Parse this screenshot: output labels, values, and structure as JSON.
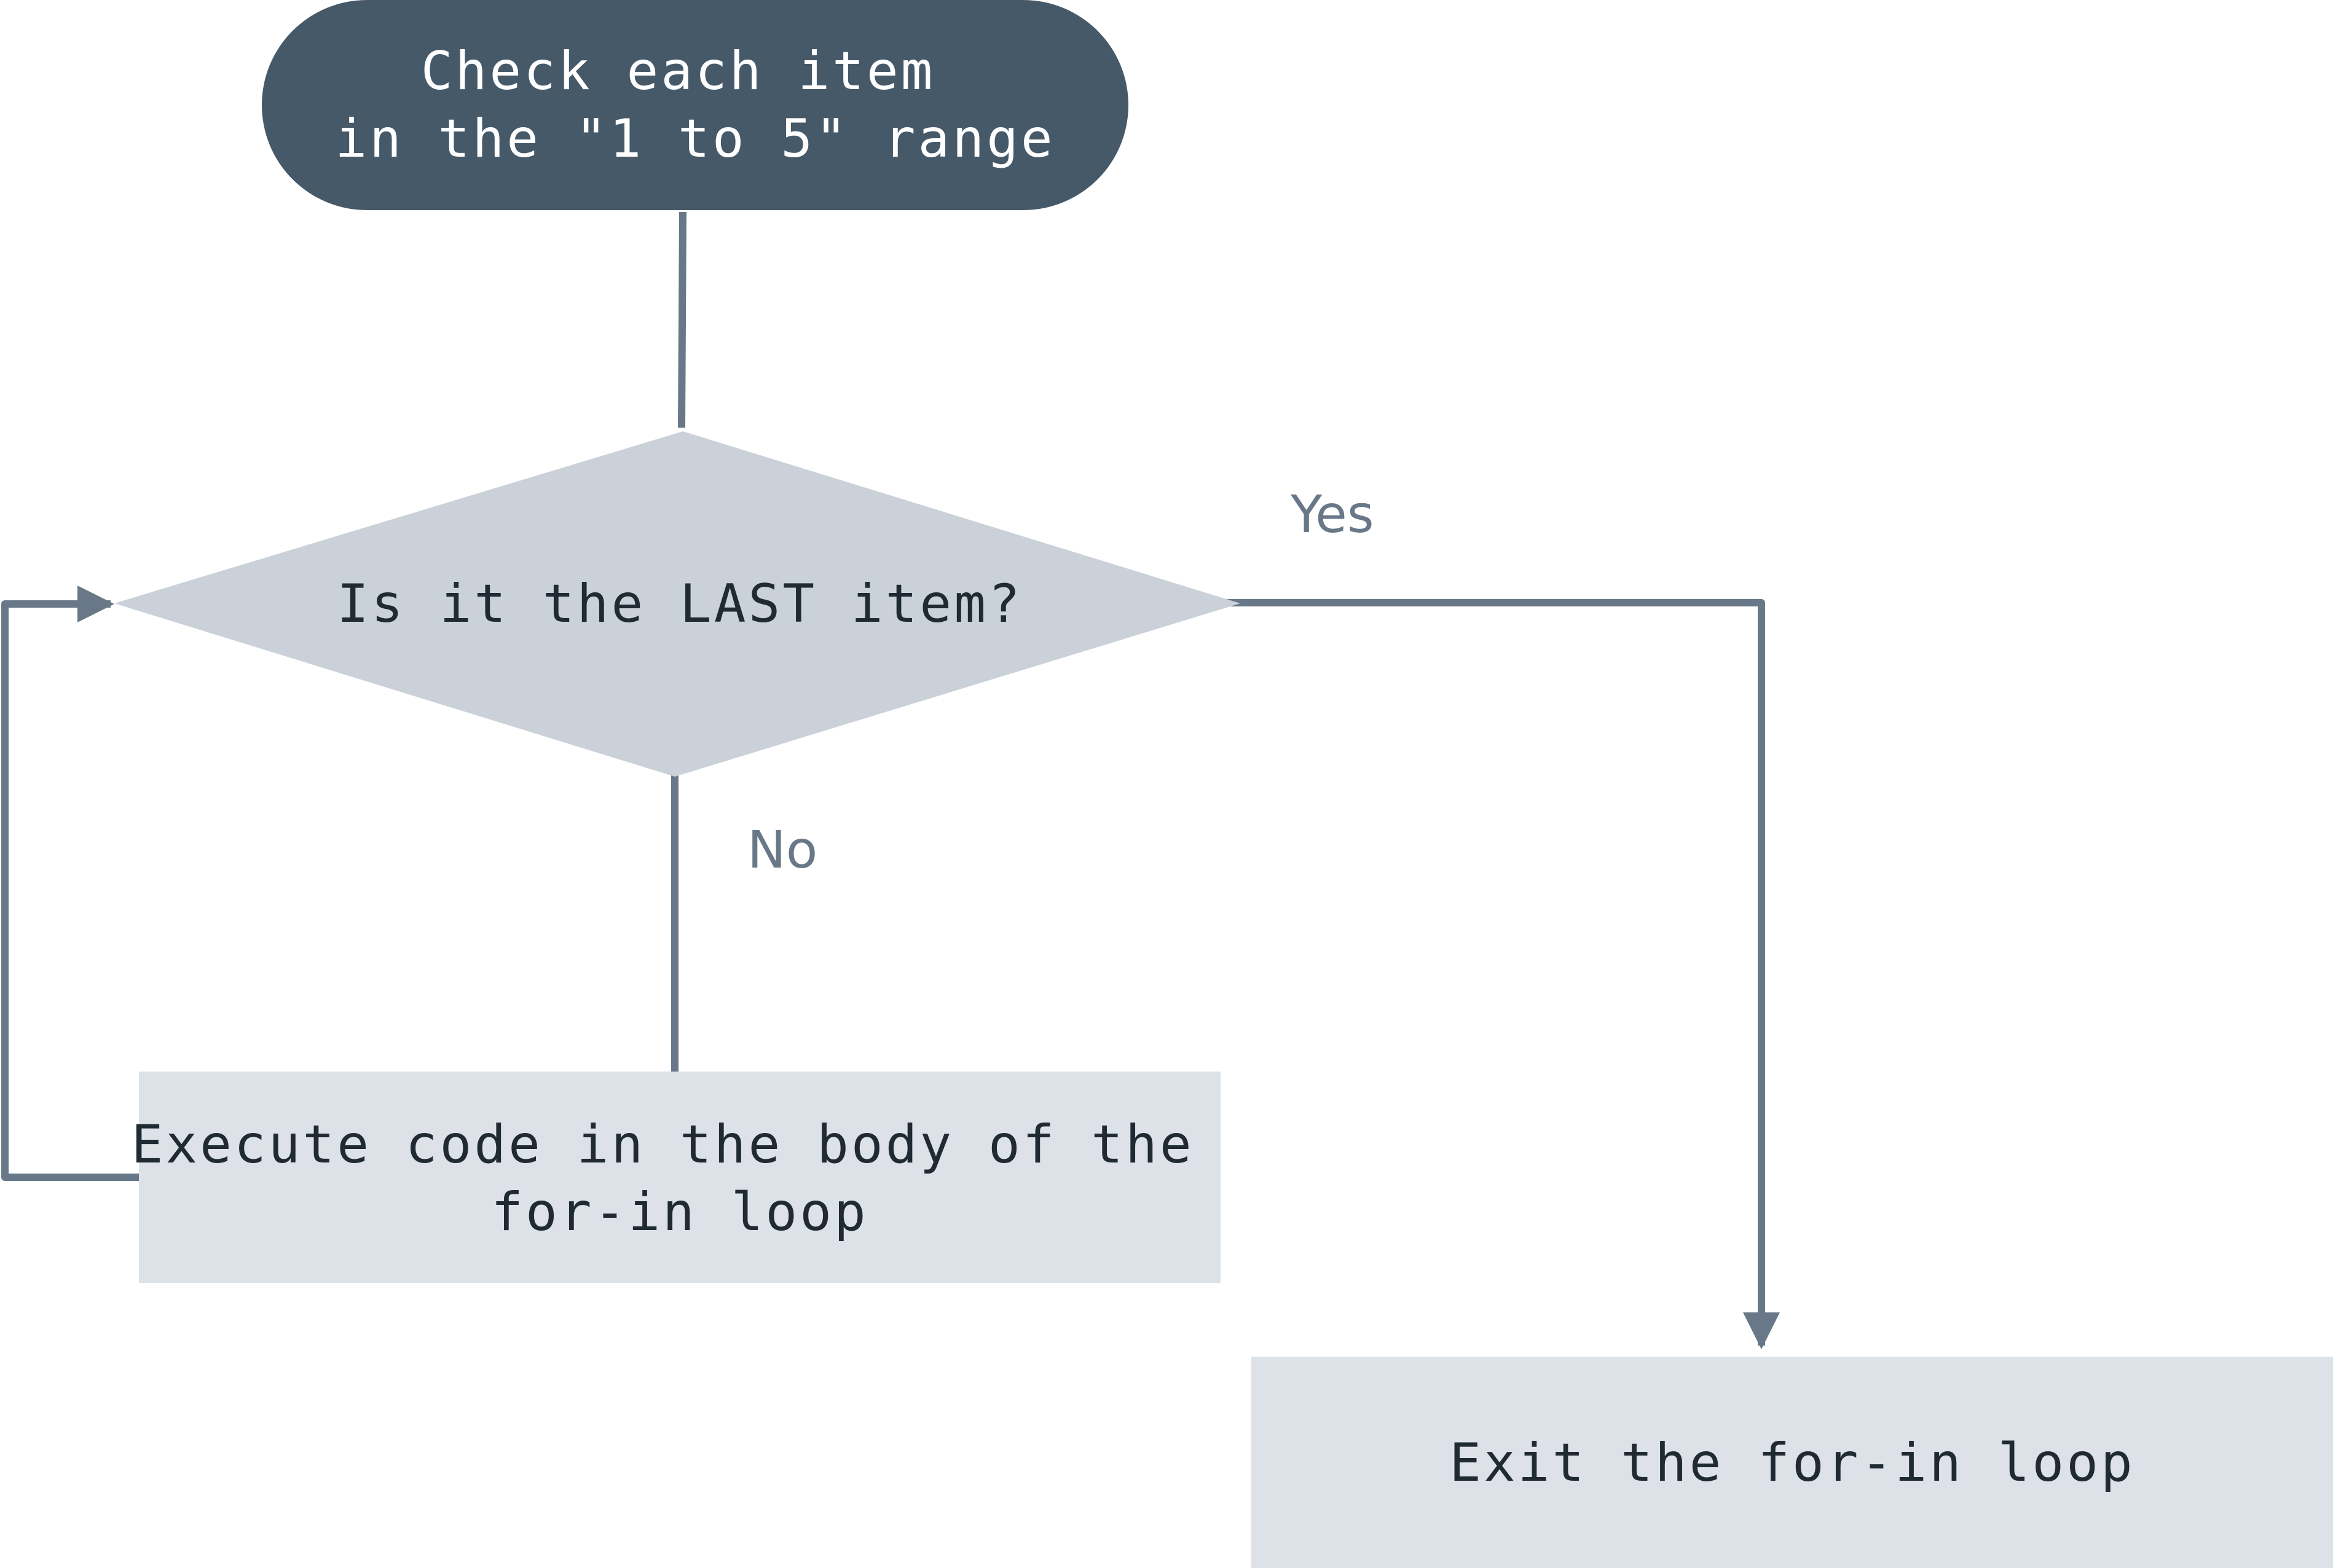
{
  "nodes": {
    "start": {
      "lines": [
        "Check each item",
        "in the \"1 to 5\" range"
      ]
    },
    "decision": {
      "lines": [
        "Is it the LAST item?"
      ]
    },
    "body": {
      "lines": [
        "Execute code in the body of the",
        "for-in loop"
      ]
    },
    "exit": {
      "lines": [
        "Exit the for-in loop"
      ]
    }
  },
  "edges": {
    "yes_label": "Yes",
    "no_label": "No"
  },
  "colors": {
    "start_fill": "#465969",
    "start_text": "#ffffff",
    "decision_fill": "#cbd1d9",
    "box_fill": "#dde1e8",
    "node_text": "#1f2a33",
    "line": "#687888",
    "label_text": "#687888"
  }
}
